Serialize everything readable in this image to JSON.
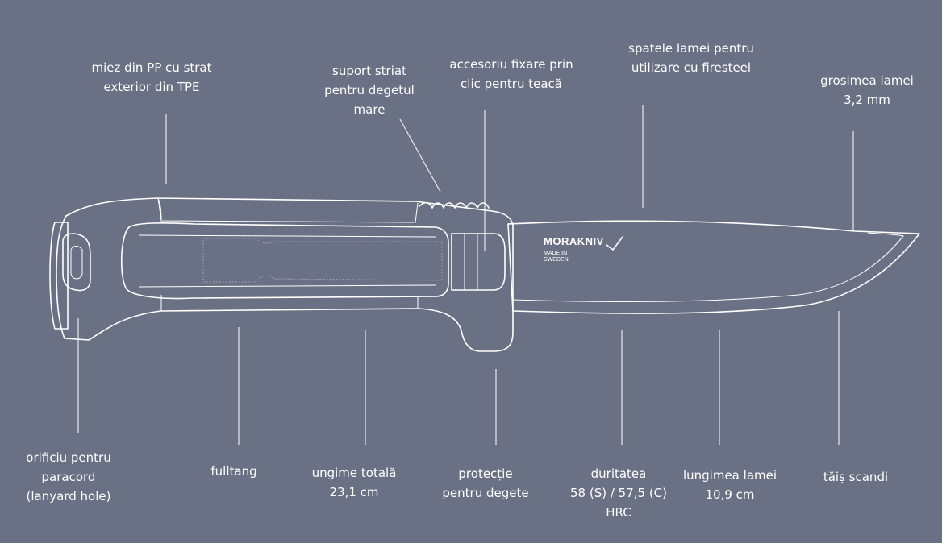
{
  "labels": {
    "core_material": [
      "miez din PP cu strat",
      "exterior din TPE"
    ],
    "thumb_grip": [
      "suport striat",
      "pentru degetul",
      "mare"
    ],
    "clip_accessory": [
      "accesoriu fixare prin",
      "clic pentru teacă"
    ],
    "blade_spine": [
      "spatele lamei pentru",
      "utilizare cu firesteel"
    ],
    "blade_thickness": [
      "grosimea lamei",
      "3,2 mm"
    ],
    "lanyard_hole": [
      "orificiu pentru",
      "paracord",
      "(lanyard hole)"
    ],
    "fulltang": [
      "fulltang"
    ],
    "total_length": [
      "ungime totală",
      "23,1 cm"
    ],
    "finger_guard": [
      "protecție",
      "pentru degete"
    ],
    "hardness": [
      "duritatea",
      "58 (S) / 57,5 (C)",
      "HRC"
    ],
    "blade_length": [
      "lungimea lamei",
      "10,9 cm"
    ],
    "scandi_edge": [
      "tăiș scandi"
    ]
  },
  "logo": {
    "brand": "MORAKNIV",
    "made_in": [
      "MADE IN",
      "SWEDEN"
    ]
  },
  "colors": {
    "background": "#6b7184",
    "line": "#ffffff"
  }
}
